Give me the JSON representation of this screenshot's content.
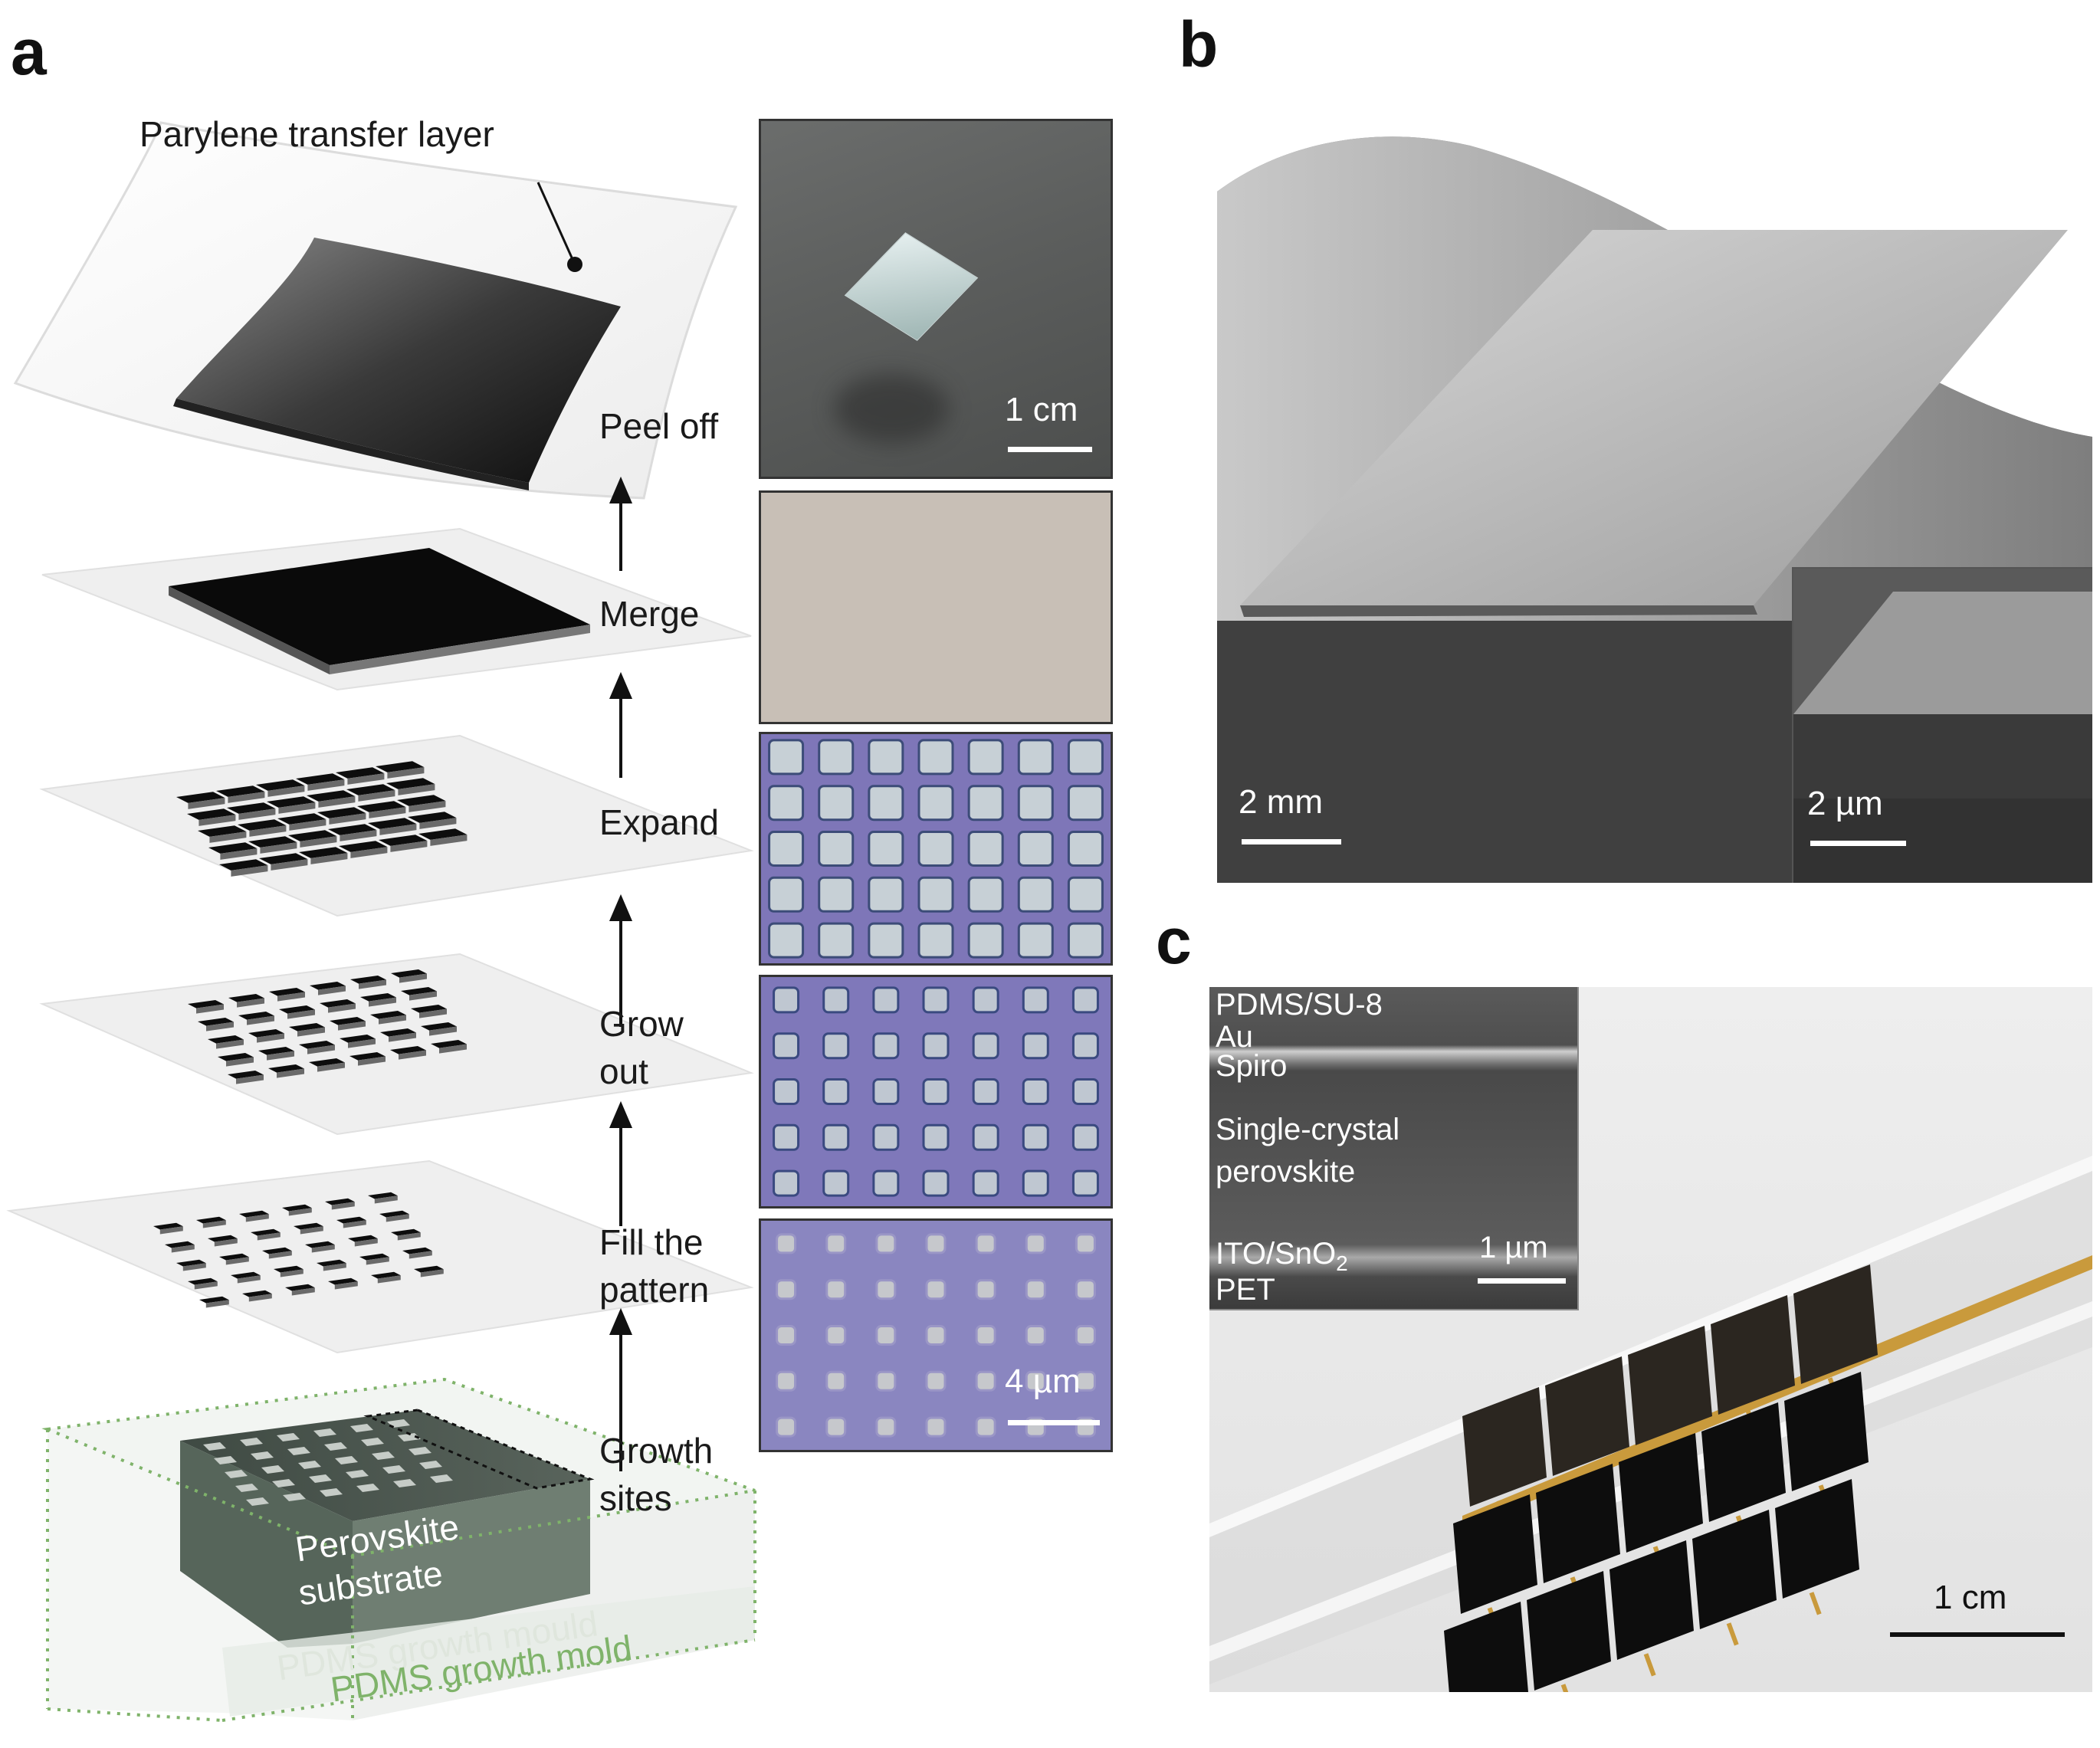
{
  "panels": {
    "a": "a",
    "b": "b",
    "c": "c"
  },
  "panel_a": {
    "transfer_layer_label": "Parylene transfer layer",
    "steps": {
      "peel": "Peel off",
      "merge": "Merge",
      "expand": "Expand",
      "grow_1": "Grow",
      "grow_2": "out",
      "fill_1": "Fill the",
      "fill_2": "pattern",
      "sites_1": "Growth",
      "sites_2": "sites"
    },
    "substrate_1": "Perovskite",
    "substrate_2": "substrate",
    "mold_label": "PDMS growth mold",
    "mold_label_shadow": "PDMS growth mould",
    "scale_top": "1 cm",
    "scale_bottom": "4 µm"
  },
  "panel_b": {
    "scale_main": "2 mm",
    "scale_inset": "2 µm"
  },
  "panel_c": {
    "layers": [
      "PDMS/SU-8",
      "Au",
      "Spiro",
      "Single-crystal",
      "perovskite",
      "ITO/SnO",
      "PET"
    ],
    "ito_subscript": "2",
    "scale_inset": "1 µm",
    "scale_main": "1 cm"
  },
  "colors": {
    "micro_bg": "#7e76b8",
    "micro_bg_light": "#8a86c0",
    "pad_fill": "#c9cfd6",
    "mold_green": "#7fb36a",
    "gold": "#c99a3c",
    "merge_photo": "#c8bfb6"
  }
}
